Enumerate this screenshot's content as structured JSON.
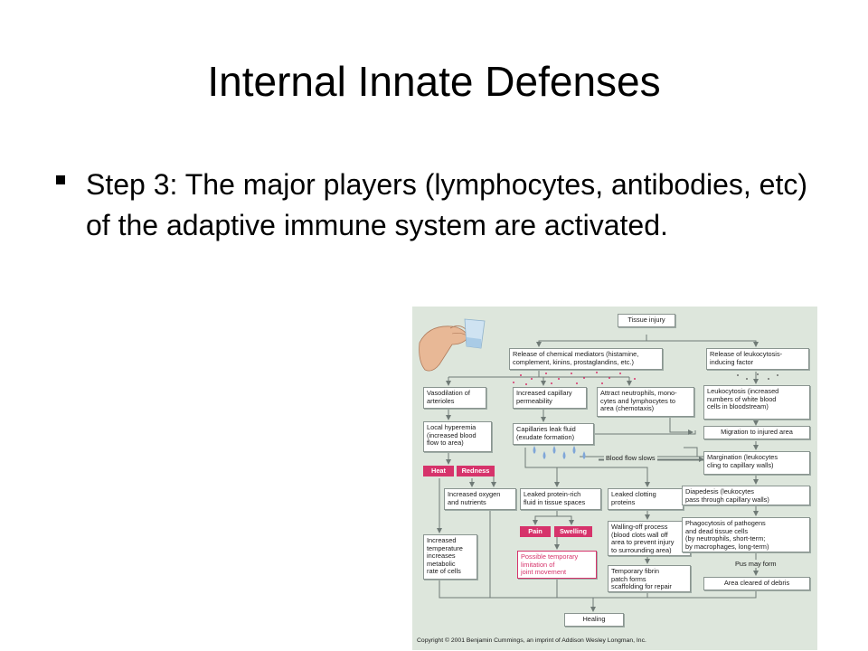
{
  "slide": {
    "title": "Internal Innate Defenses",
    "bullet": "Step 3: The major players (lymphocytes, antibodies, etc) of the adaptive immune system are activated."
  },
  "figure": {
    "nodes": {
      "tissue_injury": "Tissue injury",
      "chemical_mediators": "Release of chemical mediators (histamine,\ncomplement, kinins, prostaglandins, etc.)",
      "leukocytosis_factor": "Release of leukocytosis-\ninducing factor",
      "vasodilation": "Vasodilation of\narterioles",
      "capillary_permeability": "Increased capillary\npermeability",
      "attract_neutrophils": "Attract neutrophils, mono-\ncytes and lymphocytes to\narea (chemotaxis)",
      "leukocytosis": "Leukocytosis (increased\nnumbers of white blood\ncells in bloodstream)",
      "local_hyperemia": "Local hyperemia\n(increased blood\nflow to area)",
      "capillaries_leak": "Capillaries leak fluid\n(exudate formation)",
      "migration": "Migration to injured area",
      "margination": "Margination (leukocytes\ncling to capillary walls)",
      "increased_oxygen": "Increased oxygen\nand nutrients",
      "leaked_protein": "Leaked protein-rich\nfluid in tissue spaces",
      "leaked_clotting": "Leaked clotting\nproteins",
      "diapedesis": "Diapedesis (leukocytes\npass through capillary walls)",
      "walling_off": "Walling-off process\n(blood clots wall off\narea to prevent injury\nto surrounding area)",
      "phagocytosis": "Phagocytosis of pathogens\nand dead tissue cells\n(by neutrophils, short-term;\nby macrophages, long-term)",
      "increased_temperature": "Increased\ntemperature\nincreases\nmetabolic\nrate of cells",
      "joint_limitation": "Possible temporary\nlimitation of\njoint movement",
      "temporary_fibrin": "Temporary fibrin\npatch forms\nscaffolding for repair",
      "area_cleared": "Area cleared of debris",
      "healing": "Healing"
    },
    "tags": {
      "heat": "Heat",
      "redness": "Redness",
      "pain": "Pain",
      "swelling": "Swelling"
    },
    "labels": {
      "blood_flow_slows": "Blood flow slows",
      "pus_may_form": "Pus may form"
    },
    "copyright": "Copyright © 2001 Benjamin Cummings, an imprint of Addison Wesley Longman, Inc.",
    "colors": {
      "background": "#dde6dc",
      "accent": "#d6336b",
      "arrow": "#6f7a76",
      "droplet": "#7fa6d8"
    }
  }
}
